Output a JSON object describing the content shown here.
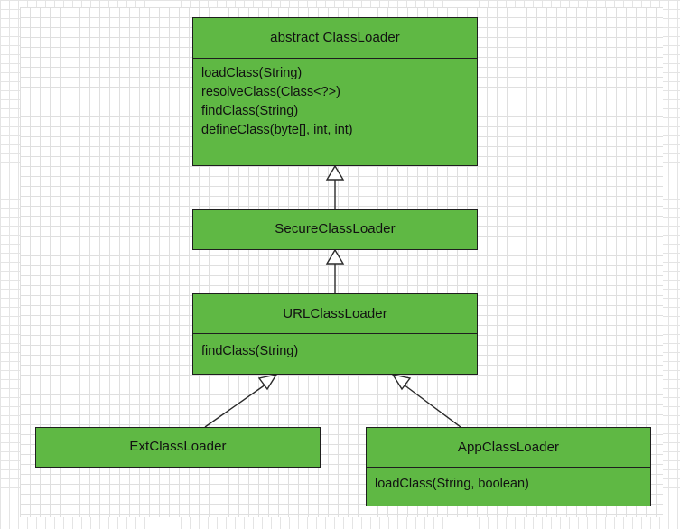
{
  "classes": {
    "class_loader": {
      "name": "abstract ClassLoader",
      "methods": [
        "loadClass(String)",
        "resolveClass(Class<?>)",
        "findClass(String)",
        "defineClass(byte[], int, int)"
      ]
    },
    "secure_class_loader": {
      "name": "SecureClassLoader"
    },
    "url_class_loader": {
      "name": "URLClassLoader",
      "methods": [
        "findClass(String)"
      ]
    },
    "ext_class_loader": {
      "name": "ExtClassLoader"
    },
    "app_class_loader": {
      "name": "AppClassLoader",
      "methods": [
        "loadClass(String, boolean)"
      ]
    }
  },
  "colors": {
    "class_fill": "#5fb844",
    "border": "#1e1e1e",
    "grid_line": "#dfdfdf"
  }
}
